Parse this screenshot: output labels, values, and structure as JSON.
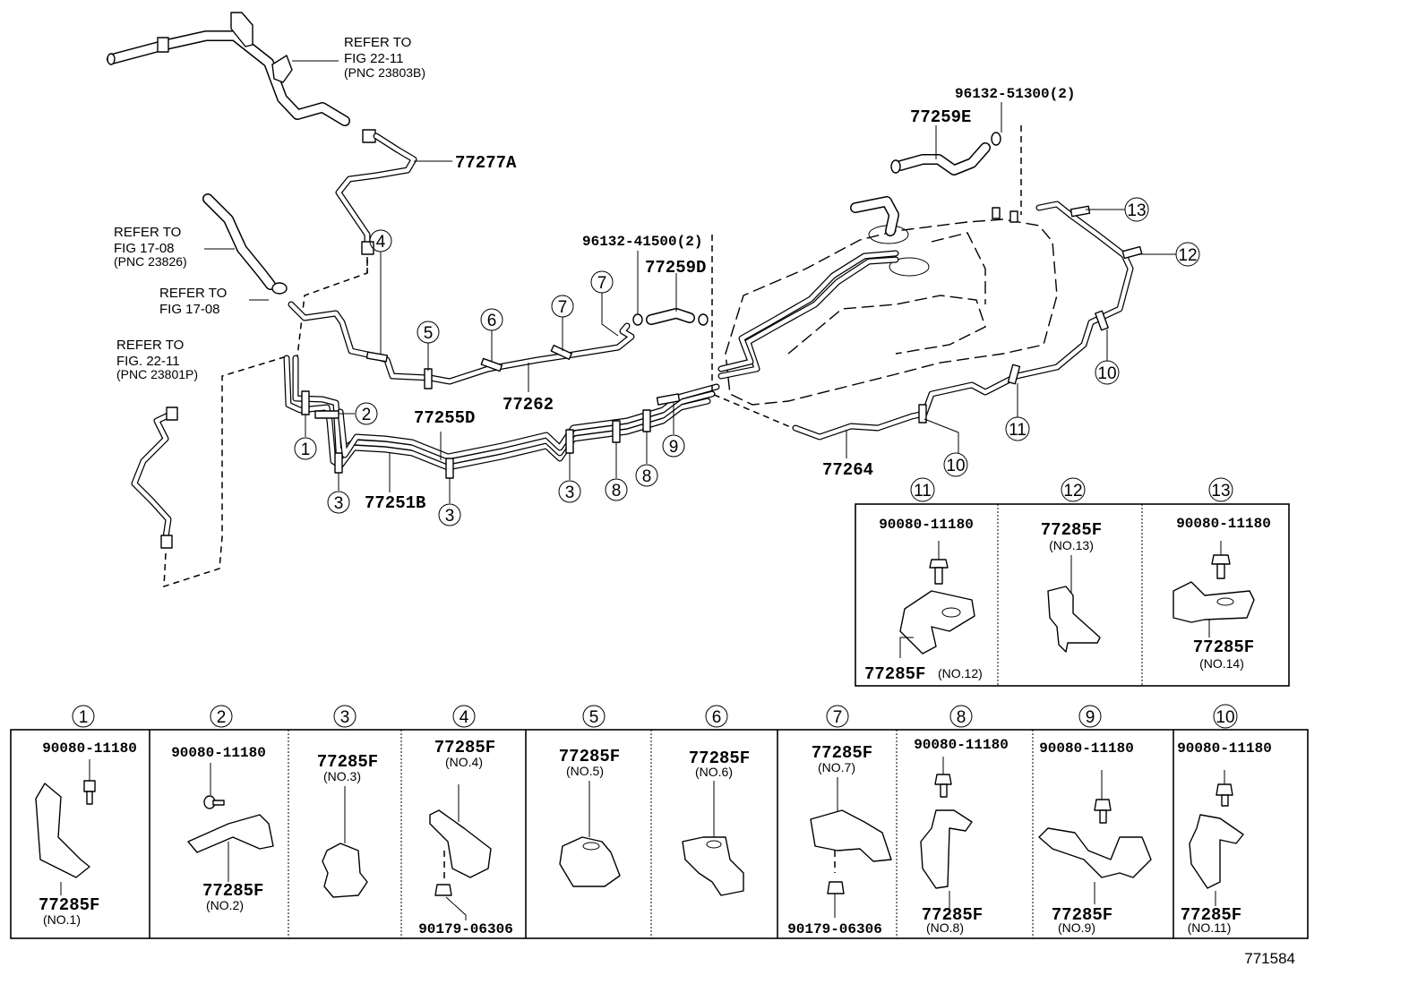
{
  "diagram": {
    "figure_number": "771584",
    "main_labels": {
      "ref_filler_pipe": [
        "REFER TO",
        "FIG 22-11",
        "(PNC 23803B)"
      ],
      "ref_fig1708_pnc": [
        "REFER TO",
        "FIG 17-08",
        "(PNC 23826)"
      ],
      "ref_fig1708": [
        "REFER TO",
        "FIG 17-08"
      ],
      "ref_fig2211_pnc": [
        "REFER TO",
        "FIG. 22-11",
        "(PNC 23801P)"
      ],
      "p77277A": "77277A",
      "p96132_41500": "96132-41500(2)",
      "p77259D": "77259D",
      "p77262": "77262",
      "p77255D": "77255D",
      "p77251B": "77251B",
      "p96132_51300": "96132-51300(2)",
      "p77259E": "77259E",
      "p77264": "77264"
    },
    "callouts": {
      "c1": "1",
      "c2": "2",
      "c3": "3",
      "c4": "4",
      "c5": "5",
      "c6": "6",
      "c7": "7",
      "c8": "8",
      "c9": "9",
      "c10": "10",
      "c11": "11",
      "c12": "12",
      "c13": "13"
    },
    "detail_panels_top": [
      {
        "number": "11",
        "bolt": "90080-11180",
        "clamp": "77285F",
        "clamp_no": "(NO.12)"
      },
      {
        "number": "12",
        "bolt": "",
        "clamp": "77285F",
        "clamp_no": "(NO.13)"
      },
      {
        "number": "13",
        "bolt": "90080-11180",
        "clamp": "77285F",
        "clamp_no": "(NO.14)"
      }
    ],
    "detail_panels_bottom": [
      {
        "number": "1",
        "bolt": "90080-11180",
        "clamp": "77285F",
        "clamp_no": "(NO.1)",
        "nut": ""
      },
      {
        "number": "2",
        "bolt": "90080-11180",
        "clamp": "77285F",
        "clamp_no": "(NO.2)",
        "nut": ""
      },
      {
        "number": "3",
        "bolt": "",
        "clamp": "77285F",
        "clamp_no": "(NO.3)",
        "nut": ""
      },
      {
        "number": "4",
        "bolt": "",
        "clamp": "77285F",
        "clamp_no": "(NO.4)",
        "nut": "90179-06306"
      },
      {
        "number": "5",
        "bolt": "",
        "clamp": "77285F",
        "clamp_no": "(NO.5)",
        "nut": ""
      },
      {
        "number": "6",
        "bolt": "",
        "clamp": "77285F",
        "clamp_no": "(NO.6)",
        "nut": ""
      },
      {
        "number": "7",
        "bolt": "",
        "clamp": "77285F",
        "clamp_no": "(NO.7)",
        "nut": "90179-06306"
      },
      {
        "number": "8",
        "bolt": "90080-11180",
        "clamp": "77285F",
        "clamp_no": "(NO.8)",
        "nut": ""
      },
      {
        "number": "9",
        "bolt": "90080-11180",
        "clamp": "77285F",
        "clamp_no": "(NO.9)",
        "nut": ""
      },
      {
        "number": "10",
        "bolt": "90080-11180",
        "clamp": "77285F",
        "clamp_no": "(NO.11)",
        "nut": ""
      }
    ]
  }
}
